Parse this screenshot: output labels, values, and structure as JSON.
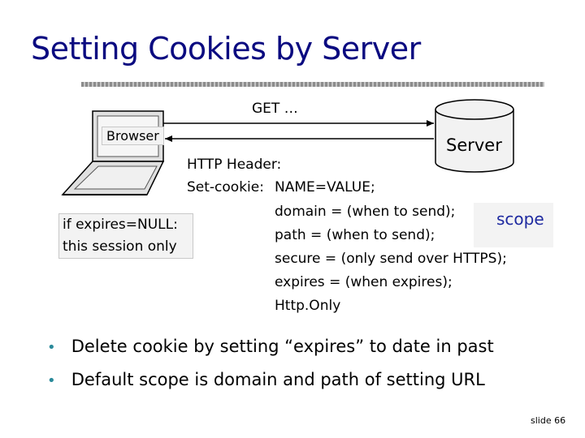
{
  "slide": {
    "title": "Setting Cookies by Server",
    "number": "slide 66"
  },
  "diagram": {
    "request_label": "GET …",
    "browser_label": "Browser",
    "server_label": "Server",
    "note": [
      "if expires=NULL:",
      "this session only"
    ],
    "scope_label": "scope",
    "header_lines": [
      "HTTP Header:",
      "Set-cookie:",
      "NAME=VALUE;",
      "domain = (when to send);",
      "path =     (when to send);",
      "secure =  (only send over HTTPS);",
      "expires =  (when expires);",
      "Http.Only"
    ]
  },
  "bullets": [
    "Delete cookie by setting “expires” to date in past",
    "Default scope is domain and path of setting URL"
  ],
  "colors": {
    "title": "#0a0a80",
    "scope": "#1e2aa0",
    "bullet": "#2a8a9a"
  }
}
